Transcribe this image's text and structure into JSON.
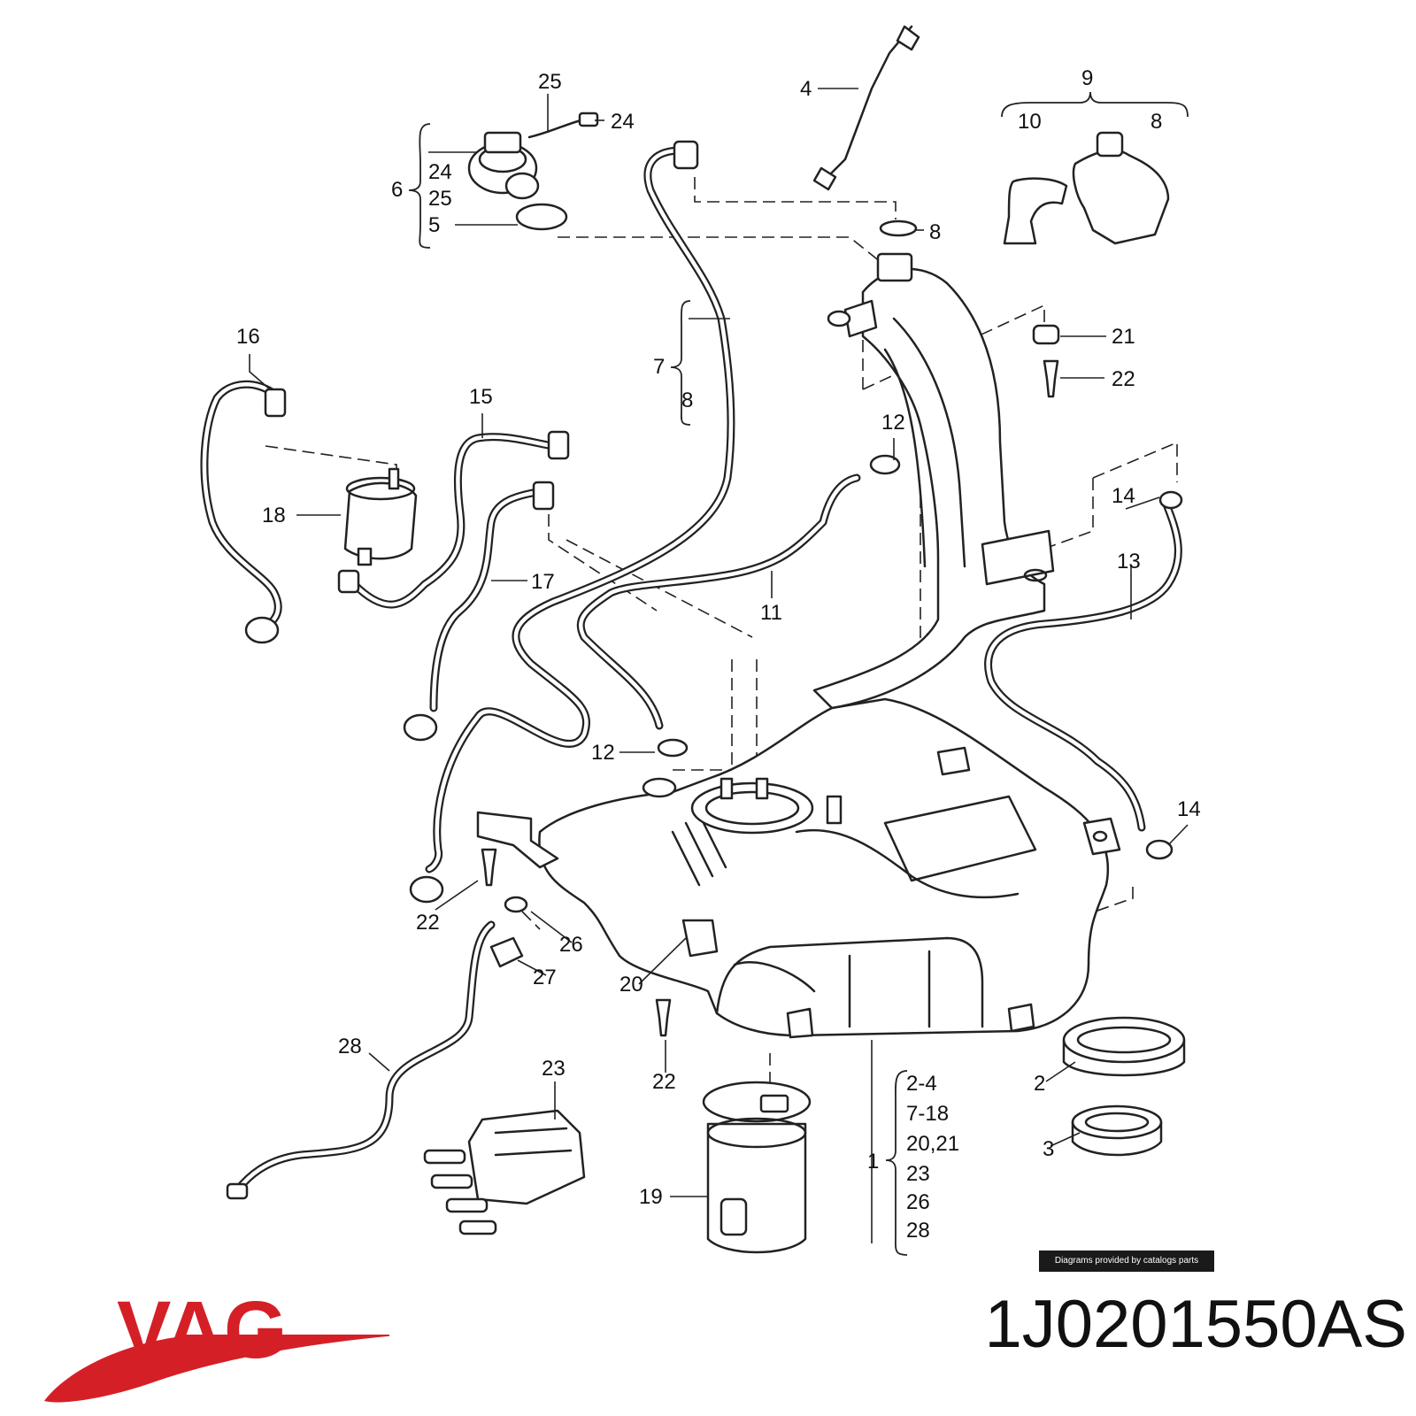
{
  "callouts": {
    "c1": "1",
    "c2": "2",
    "c3": "3",
    "c4": "4",
    "c5": "5",
    "c6": "6",
    "c7": "7",
    "c8a": "8",
    "c8b": "8",
    "c8c": "8",
    "c9": "9",
    "c10": "10",
    "c11": "11",
    "c12a": "12",
    "c12b": "12",
    "c13": "13",
    "c14a": "14",
    "c14b": "14",
    "c15": "15",
    "c16": "16",
    "c17": "17",
    "c18": "18",
    "c19": "19",
    "c20": "20",
    "c21": "21",
    "c22a": "22",
    "c22b": "22",
    "c22c": "22",
    "c23": "23",
    "c24a": "24",
    "c24b": "24",
    "c25a": "25",
    "c25b": "25",
    "c26": "26",
    "c27": "27",
    "c28": "28"
  },
  "group_1": [
    "2-4",
    "7-18",
    "20,21",
    "23",
    "26",
    "28"
  ],
  "credit": "Diagrams provided by catalogs parts",
  "brand": "VAG",
  "part_number": "1J0201550AS",
  "colors": {
    "brand_red": "#d51f26",
    "line": "#222222"
  }
}
